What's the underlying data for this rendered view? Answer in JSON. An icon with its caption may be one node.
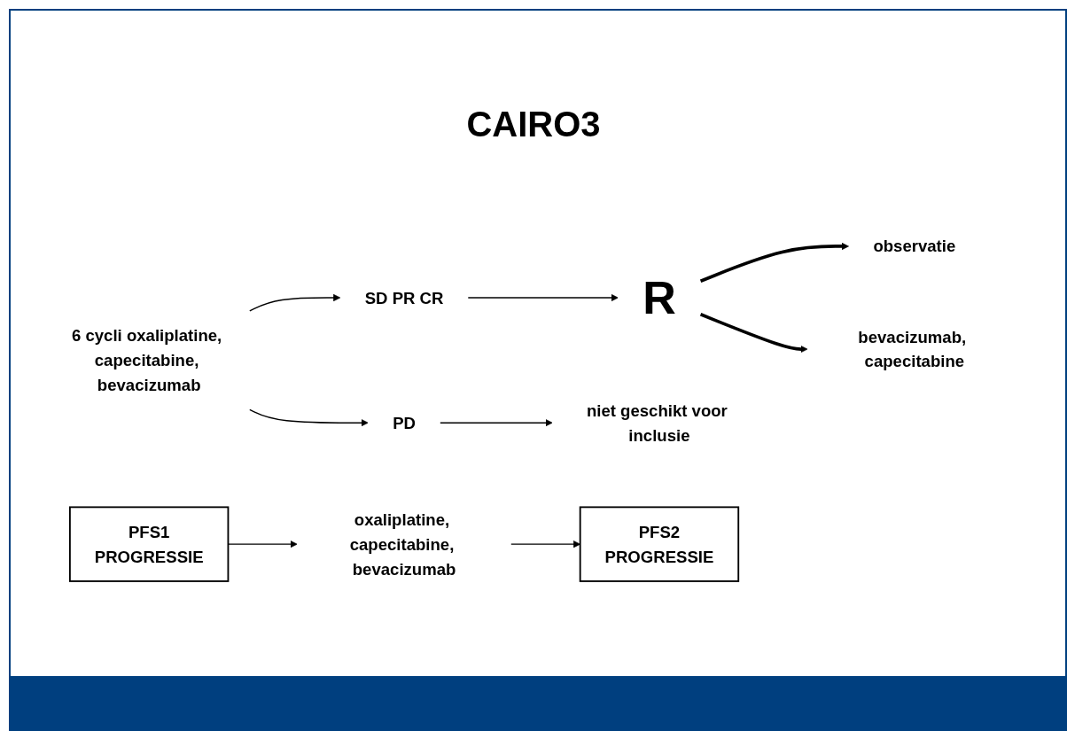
{
  "diagram": {
    "title": "CAIRO3",
    "nodes": [
      {
        "text": [
          "6 cycli oxaliplatine, capecitabine, bevacizumab"
        ]
      },
      {
        "text": [
          "SD PR CR"
        ]
      },
      {
        "text": [
          "R"
        ]
      },
      {
        "text": [
          "observatie"
        ]
      },
      {
        "text": [
          "bevacizumab, capecitabine"
        ]
      },
      {
        "text": [
          "PFS1",
          "PROGRESSIE"
        ]
      },
      {
        "text": [
          "oxaliplatine, capecitabine, bevacizumab"
        ]
      },
      {
        "text": [
          "PFS2",
          "PROGRESSIE"
        ]
      },
      {
        "text": [
          "PD"
        ]
      },
      {
        "text": [
          "niet geschikt voor inclusie"
        ]
      }
    ],
    "edges": [
      {
        "from": 0,
        "to": 1,
        "arrow": "to"
      },
      {
        "from": 1,
        "to": 2,
        "arrow": "to"
      },
      {
        "from": 2,
        "to": 3,
        "arrow": "to",
        "style": "thick"
      },
      {
        "from": 2,
        "to": 4,
        "arrow": "to",
        "style": "thick"
      },
      {
        "from": 5,
        "to": 6,
        "arrow": "to"
      },
      {
        "from": 6,
        "to": 7,
        "arrow": "to"
      },
      {
        "from": 0,
        "to": 8,
        "arrow": "to"
      },
      {
        "from": 8,
        "to": 9,
        "arrow": "to"
      }
    ]
  }
}
